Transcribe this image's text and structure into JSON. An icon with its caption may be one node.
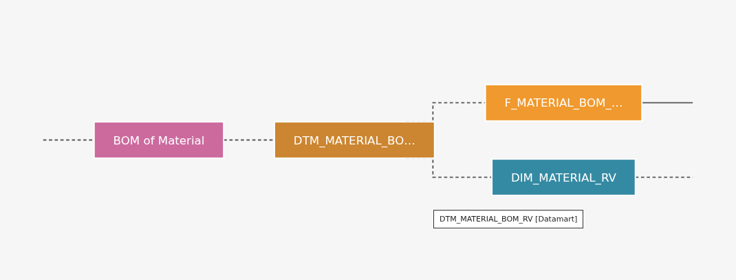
{
  "diagram": {
    "nodes": [
      {
        "text": [
          "BOM of Material"
        ]
      },
      {
        "text": [
          "DTM_MATERIAL_BO…"
        ]
      },
      {
        "text": [
          "F_MATERIAL_BOM_…"
        ]
      },
      {
        "text": [
          "DIM_MATERIAL_RV"
        ]
      }
    ],
    "edges": [
      {
        "from": null,
        "to": 0,
        "arrow": "none",
        "style": "dashed"
      },
      {
        "from": 0,
        "to": 1,
        "arrow": "none",
        "style": "dashed"
      },
      {
        "from": 1,
        "to": 2,
        "arrow": "none",
        "style": "dashed"
      },
      {
        "from": 1,
        "to": 3,
        "arrow": "none",
        "style": "dashed"
      },
      {
        "from": 2,
        "to": null,
        "arrow": "none"
      },
      {
        "from": 3,
        "to": null,
        "arrow": "none",
        "style": "dashed"
      }
    ],
    "labels": [
      "DTM_MATERIAL_BOM_RV [Datamart]"
    ]
  }
}
